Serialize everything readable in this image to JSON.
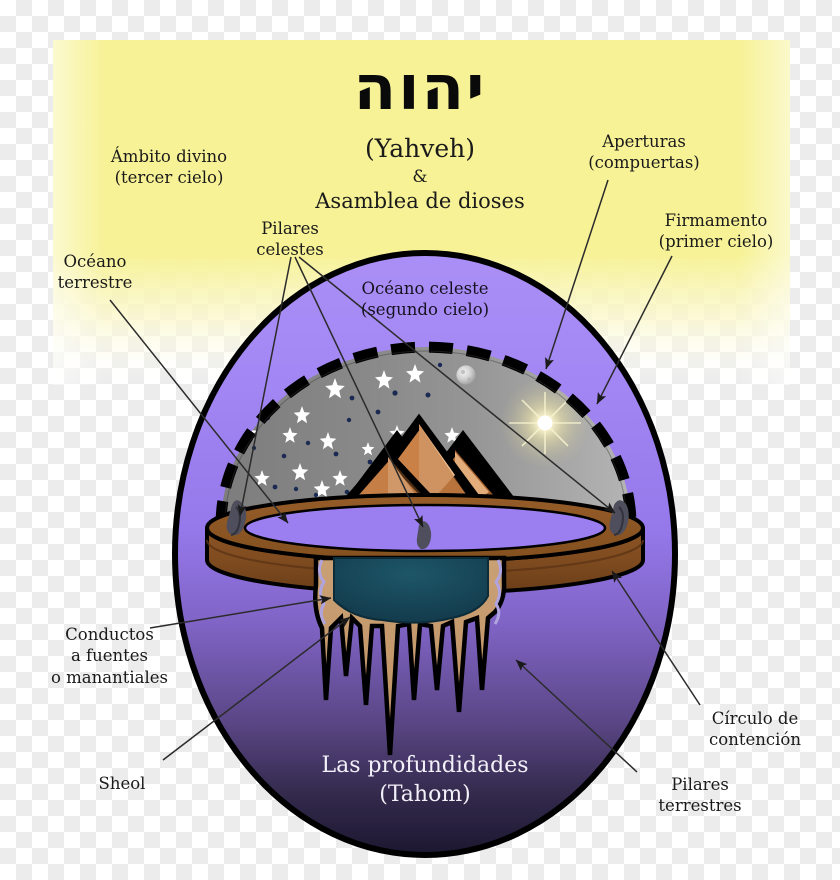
{
  "diagram": {
    "title_hebrew": "יהוה",
    "title_transliteration": "(Yahveh)",
    "ampersand": "&",
    "subtitle": "Asamblea de dioses",
    "language": "es"
  },
  "labels": {
    "divine_realm": {
      "line1": "Ámbito divino",
      "line2": "(tercer cielo)"
    },
    "celestial_pillars": {
      "line1": "Pilares",
      "line2": "celestes"
    },
    "terrestrial_ocean": {
      "line1": "Océano",
      "line2": "terrestre"
    },
    "openings": {
      "line1": "Aperturas",
      "line2": "(compuertas)"
    },
    "firmament": {
      "line1": "Firmamento",
      "line2": "(primer cielo)"
    },
    "celestial_ocean": {
      "line1": "Océano celeste",
      "line2": "(segundo cielo)"
    },
    "conduits": {
      "line1": "Conductos",
      "line2": "a fuentes",
      "line3": "o manantiales"
    },
    "sheol": {
      "line1": "Sheol"
    },
    "deep": {
      "line1": "Las profundidades",
      "line2": "(Tahom)"
    },
    "containment_circle": {
      "line1": "Círculo de",
      "line2": "contención"
    },
    "terrestrial_pillars": {
      "line1": "Pilares",
      "line2": "terrestres"
    }
  },
  "colors": {
    "background_panel": "#f7f29a",
    "sphere_top": "#a185f2",
    "sphere_bottom": "#211a33",
    "firmament_dome": "#8c8c8c",
    "firmament_dome_light": "#a8a8a8",
    "earth_disc": "#8a5021",
    "earth_disc_shadow": "#6d3f19",
    "abyss_water": "#184a5c",
    "stalactite_rock": "#c79a6d",
    "outline": "#000000",
    "star": "#ffffff",
    "sun": "#f5eab0",
    "moon": "#dcdcdc",
    "pillar": "#4a4a57"
  },
  "elements": {
    "sky_objects": [
      "sun",
      "moon",
      "stars"
    ],
    "mountains_count": 3,
    "celestial_pillars_count": 3,
    "terrestrial_pillars_count": 1
  }
}
